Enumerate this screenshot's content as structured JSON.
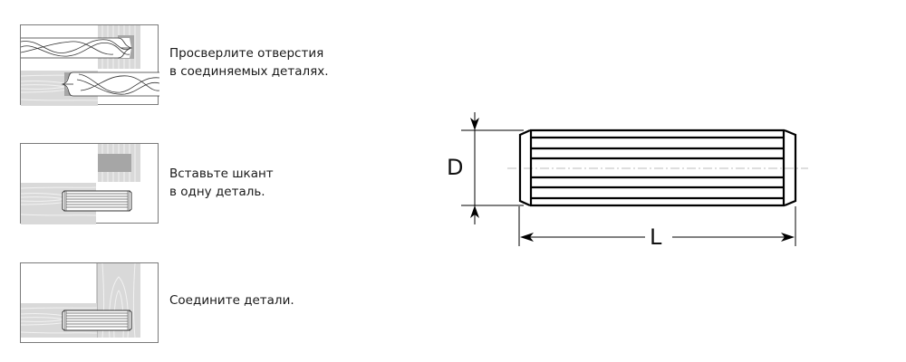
{
  "steps": [
    {
      "id": 1,
      "illustration": "drill-holes-icon",
      "lines": [
        "Просверлите отверстия",
        "в соединяемых деталях."
      ]
    },
    {
      "id": 2,
      "illustration": "insert-dowel-icon",
      "lines": [
        "Вставьте шкант",
        "в одну деталь."
      ]
    },
    {
      "id": 3,
      "illustration": "join-parts-icon",
      "lines": [
        "Соедините детали."
      ]
    }
  ],
  "dowel_drawing": {
    "diameter_label": "D",
    "length_label": "L",
    "flute_count": 6
  },
  "colors": {
    "wood": "#d9d9d9",
    "wood_grain": "#f2f2f2",
    "hole": "#a6a6a6",
    "outline": "#7a7a7a",
    "line": "#000000",
    "centerline": "#bdbdbd",
    "text": "#1a1a1a"
  }
}
